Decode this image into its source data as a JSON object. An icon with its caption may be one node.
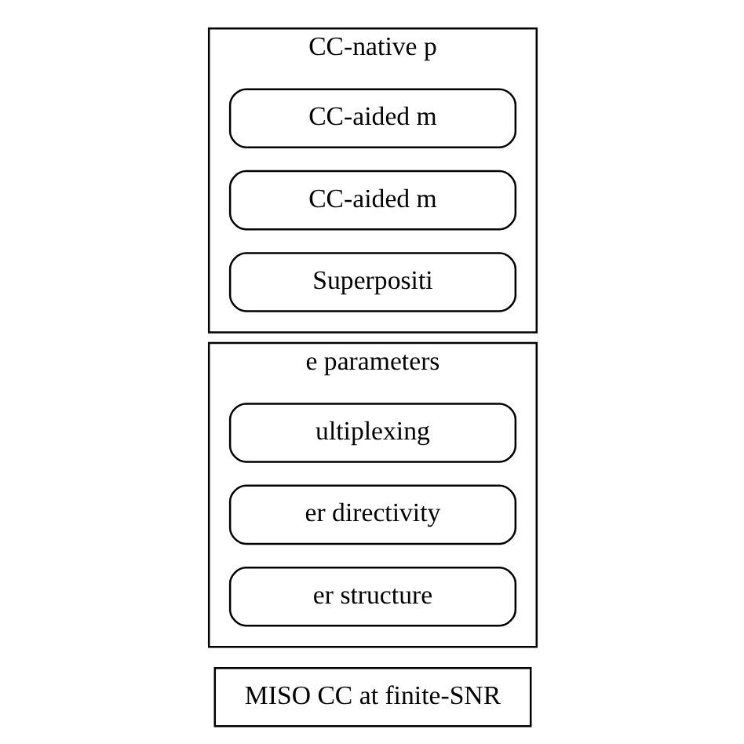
{
  "diagram": {
    "nodes": [
      {
        "text": [
          "MISO CC at finite-SNR"
        ]
      },
      {
        "text": [
          "e parameters"
        ]
      },
      {
        "text": [
          "ultiplexing"
        ],
        "in": 1
      },
      {
        "text": [
          "er directivity"
        ],
        "in": 1
      },
      {
        "text": [
          "er structure"
        ],
        "in": 1
      },
      {
        "text": [
          "CC-native p"
        ]
      },
      {
        "text": [
          "CC-aided m"
        ],
        "in": 5
      },
      {
        "text": [
          "CC-aided m"
        ],
        "in": 5
      },
      {
        "text": [
          "Superpositi"
        ],
        "in": 5
      }
    ]
  }
}
